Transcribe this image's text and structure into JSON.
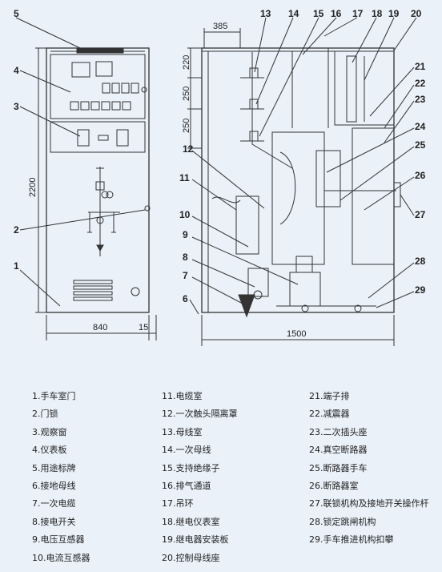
{
  "dimensions": {
    "d385": "385",
    "d220": "220",
    "d250a": "250",
    "d250b": "250",
    "d2200": "2200",
    "d840": "840",
    "d15": "15",
    "d1500": "1500"
  },
  "callouts": [
    "1",
    "2",
    "3",
    "4",
    "5",
    "6",
    "7",
    "8",
    "9",
    "10",
    "11",
    "12",
    "13",
    "14",
    "15",
    "16",
    "17",
    "18",
    "19",
    "20",
    "21",
    "22",
    "23",
    "24",
    "25",
    "26",
    "27",
    "28",
    "29"
  ],
  "legend": [
    "1.手车室门",
    "2.门锁",
    "3.观察窗",
    "4.仪表板",
    "5.用途标牌",
    "6.接地母线",
    "7.一次电缆",
    "8.接电开关",
    "9.电压互感器",
    "10.电流互感器",
    "11.电缆室",
    "12.一次触头隔离罩",
    "13.母线室",
    "14.一次母线",
    "15.支持绝缘子",
    "16.排气通道",
    "17.吊环",
    "18.继电仪表室",
    "19.继电器安装板",
    "20.控制母线座",
    "21.端子排",
    "22.减震器",
    "23.二次插头座",
    "24.真空断路器",
    "25.断路器手车",
    "26.断路器室",
    "27.联锁机构及接地开关操作杆",
    "28.锁定跳闸机构",
    "29.手车推进机构扣攀"
  ]
}
